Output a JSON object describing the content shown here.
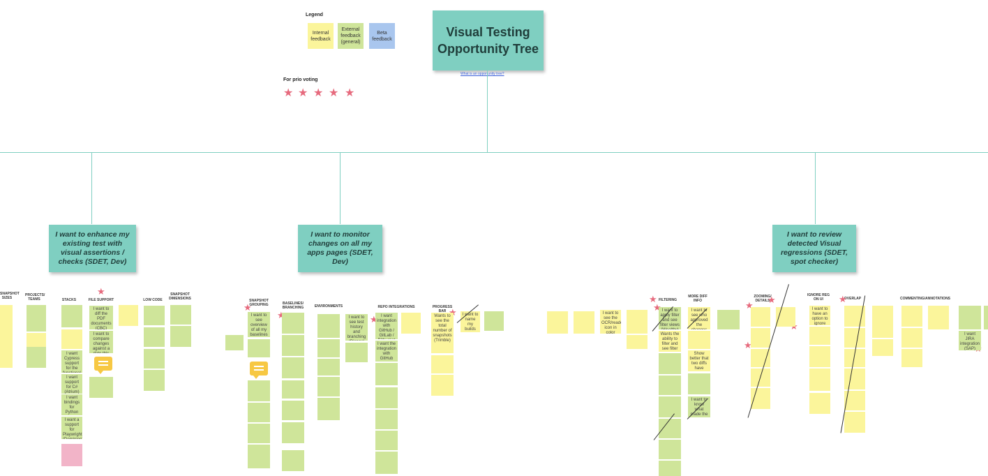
{
  "title": "Visual Testing Opportunity Tree",
  "title_link": "What is an opportunity tree?",
  "legend": {
    "title": "Legend",
    "items": [
      {
        "label": "Internal feedback",
        "color": "#fbf59b"
      },
      {
        "label": "External feedback (general)",
        "color": "#cfe59a"
      },
      {
        "label": "Beta feedback",
        "color": "#a9c6ee"
      }
    ]
  },
  "prio_label": "For prio voting",
  "opportunities": [
    "I want to enhance my existing test with visual assertions / checks (SDET, Dev)",
    "I want to monitor changes on all my apps pages (SDET, Dev)",
    "I want to review detected Visual regressions (SDET, spot checker)"
  ],
  "categories": [
    "SNAPSHOT SIZES",
    "PROJECTS/ TEAMS",
    "STACKS",
    "FILE SUPPORT",
    "LOW CODE",
    "SNAPSHOT DIMENSIONS",
    "SNAPSHOT GROUPING",
    "BASELINES/ BRANCHING",
    "ENVIRONMENTS",
    "REPO INTEGRATIONS",
    "PROGRESS BAR",
    "FILTERING",
    "MORE DIFF INFO",
    "ZOOMING/ DETAILS",
    "IGNORE REG ON UI",
    "OVERLAP",
    "COMMENTING/ANNOTATIONS"
  ],
  "notes": {
    "cbc_diff": "I want to diff the PDF documents (CBC)",
    "compare_pages": "I want to compare changes against a date this pinas daily - Dominuum",
    "cypress": "I want Cypress support for the functional + visual tests (Lightsaw)",
    "cs": "I want support for C# (Atrium)",
    "python": "I want bindings for Python (Overlooking, Microfera)",
    "playwright": "I want a support for Playwright (Dominion)",
    "grouping": "I want to see overview of all my baselines (SAP)",
    "test_history": "I want to see test history and branching (Disney)",
    "github": "I want integration with GitHub / GitLab / Bitbucket (Disney)",
    "github_actions": "I want the integration with GitHub actions (Nord)",
    "snapshots": "Wants to see the total number of snapshots (Trimble)",
    "build_name": "I want to name my builds (Blue)",
    "ocr": "I want to see the OCR/reader icon in color (Nerd)",
    "filter_regressions": "I want to apply filter and see filter views (Wealthy)",
    "filter_view": "Wants the ability to filter and see filter views (CMS)",
    "show_better": "Show better that two diffs have different sizes (Blue)",
    "who_approved": "I want to see who approved the changes (Disney)",
    "know_what": "I want to know what made the change (Vivaqa)",
    "ignore": "I want to have an option to ignore region on the UI (CBC)",
    "jira": "I want JIRA integration (SAP)"
  }
}
